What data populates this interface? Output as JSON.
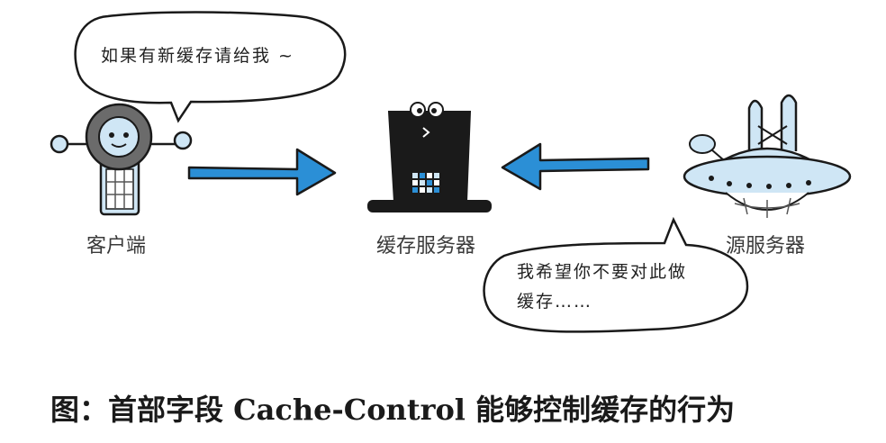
{
  "diagram": {
    "client": {
      "label": "客户端",
      "speech": "如果有新缓存请给我 ~"
    },
    "cache_server": {
      "label": "缓存服务器"
    },
    "origin_server": {
      "label": "源服务器",
      "speech_line1": "我希望你不要对此做",
      "speech_line2": "缓存……"
    },
    "arrow_color": "#2b8fd6",
    "robot_color": "#cfe6f5"
  },
  "caption": "图：首部字段 Cache-Control 能够控制缓存的行为"
}
